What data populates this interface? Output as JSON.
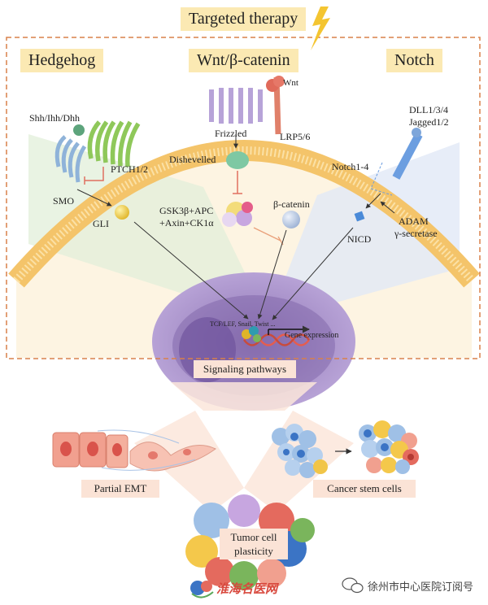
{
  "header": {
    "title": "Targeted therapy"
  },
  "pathways": {
    "hedgehog": "Hedgehog",
    "wnt": "Wnt/β-catenin",
    "notch": "Notch"
  },
  "labels": {
    "shh": "Shh/Ihh/Dhh",
    "ptch": "PTCH1/2",
    "smo": "SMO",
    "gli": "GLI",
    "wnt_ligand": "Wnt",
    "frizzled": "Frizzled",
    "lrp": "LRP5/6",
    "dishevelled": "Dishevelled",
    "complex_line1": "GSK3β+APC",
    "complex_line2": "+Axin+CK1α",
    "beta_catenin": "β-catenin",
    "dll": "DLL1/3/4",
    "jagged": "Jagged1/2",
    "notch_receptor": "Notch1-4",
    "nicd": "NICD",
    "adam": "ADAM",
    "gamma_secretase": "γ-secretase",
    "tf": "TCF/LEF, Snail, Twist ...",
    "gene_expression": "Gene expression"
  },
  "boxes": {
    "signaling": "Signaling pathways",
    "emt": "Partial EMT",
    "csc": "Cancer stem cells",
    "plasticity_line1": "Tumor cell",
    "plasticity_line2": "plasticity"
  },
  "watermark": {
    "logo_text": "淮海名医网",
    "account": "徐州市中心医院订阅号"
  },
  "colors": {
    "dashed_border": "#d9804a",
    "tag_bg": "#fbe9b3",
    "box_bg": "#fbe3d6",
    "membrane": "#f6c66d",
    "nucleus": "#8a70b0",
    "inhibit": "#e07060"
  }
}
